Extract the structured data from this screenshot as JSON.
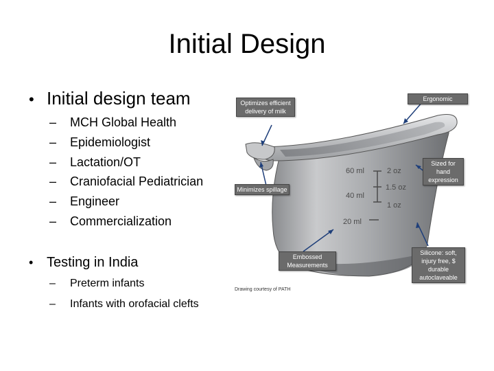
{
  "title": "Initial Design",
  "bullets": [
    {
      "text": "Initial design team",
      "items": [
        "MCH Global Health",
        "Epidemiologist",
        "Lactation/OT",
        "Craniofacial Pediatrician",
        "Engineer",
        "Commercialization"
      ]
    },
    {
      "text": "Testing in India",
      "items": [
        "Preterm infants",
        "Infants with orofacial clefts"
      ]
    }
  ],
  "figure": {
    "labels": {
      "optimizes": "Optimizes efficient delivery of milk",
      "ergonomic": "Ergonomic",
      "sized": "Sized for hand expression",
      "minimizes": "Minimizes spillage",
      "embossed": "Embossed Measurements",
      "silicone": "Silicone: soft, injury free, $ durable autoclaveable"
    },
    "markings": [
      "60 ml",
      "40 ml",
      "20 ml",
      "2 oz",
      "1.5 oz",
      "1 oz"
    ],
    "credit": "Drawing courtesy of PATH"
  }
}
